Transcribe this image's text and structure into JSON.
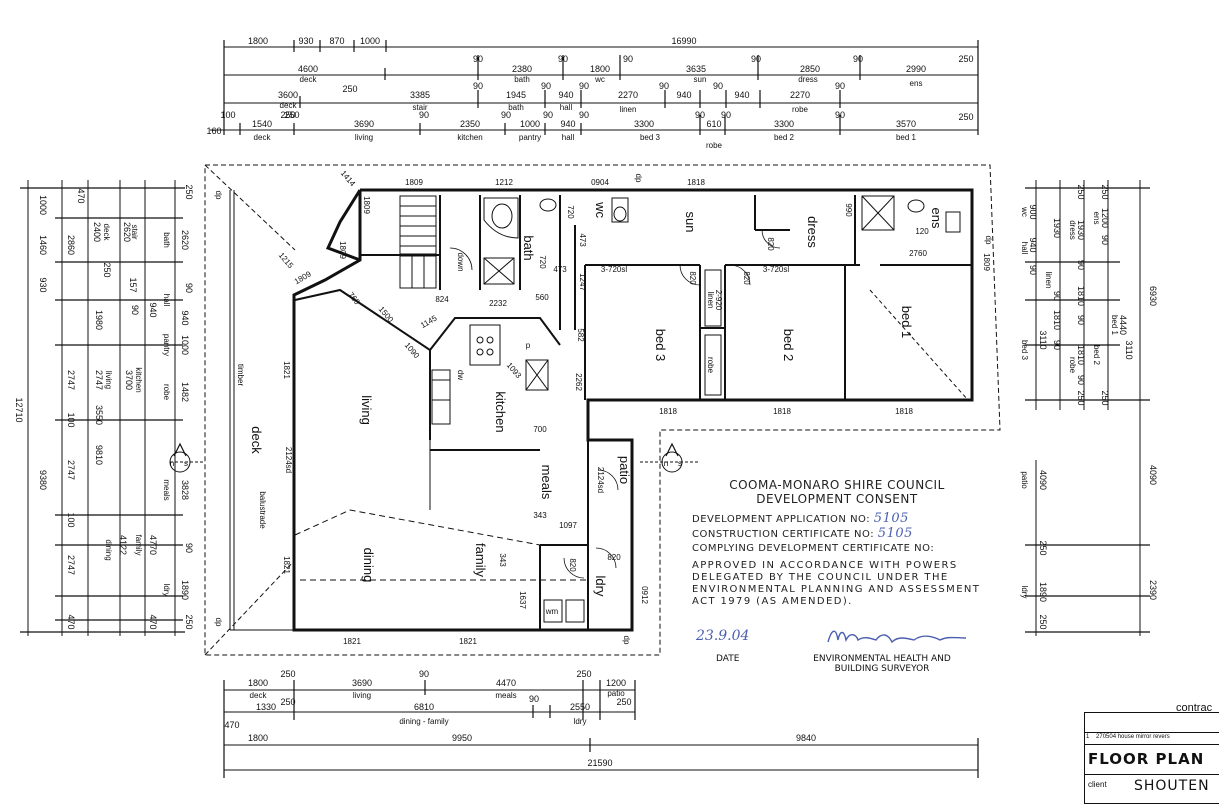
{
  "dimensions": {
    "top": {
      "row1": [
        "1800",
        "930",
        "870",
        "1000",
        "16990"
      ],
      "row2": [
        "4600",
        "deck",
        "250",
        "90",
        "2380",
        "bath",
        "90",
        "1800",
        "wc",
        "90",
        "3635",
        "sun",
        "90",
        "2850",
        "dress",
        "90",
        "2990",
        "ens",
        "250"
      ],
      "row3": [
        "3600",
        "deck",
        "250",
        "3385",
        "stair",
        "90",
        "1945",
        "bath",
        "90",
        "940",
        "hall",
        "90",
        "2270",
        "linen",
        "90",
        "940",
        "90",
        "940",
        "2270",
        "robe",
        "90"
      ],
      "row4": [
        "160",
        "100",
        "1540",
        "deck",
        "250",
        "3690",
        "living",
        "90",
        "2350",
        "kitchen",
        "90",
        "1000",
        "pantry",
        "90",
        "940",
        "hall",
        "90",
        "3300",
        "bed 3",
        "90",
        "610",
        "robe",
        "90",
        "3300",
        "bed 2",
        "90",
        "3570",
        "bed 1",
        "250"
      ]
    },
    "bottom": {
      "row1": [
        "1800",
        "deck",
        "250",
        "3690",
        "living",
        "90",
        "4470",
        "meals",
        "250",
        "1200",
        "patio"
      ],
      "row2": [
        "470",
        "1330",
        "250",
        "6810",
        "dining - family",
        "90",
        "2550",
        "ldry",
        "250"
      ],
      "row3": [
        "1800",
        "9950",
        "9840"
      ],
      "row4": [
        "21590"
      ]
    },
    "left": {
      "overall": [
        "12710",
        "9380"
      ],
      "mid": [
        "1000",
        "1460",
        "2860",
        "930",
        "470",
        "1980",
        "2747",
        "100",
        "2747",
        "100",
        "2747",
        "470"
      ],
      "inner": [
        "2400",
        "deck",
        "2620",
        "stair",
        "250",
        "157",
        "940",
        "90",
        "2747",
        "living",
        "3700",
        "kitchen",
        "3550",
        "4122",
        "dining",
        "4770",
        "family"
      ],
      "nearwall": [
        "250",
        "2620",
        "bath",
        "90",
        "940",
        "hall",
        "1000",
        "pantry",
        "1482",
        "robe",
        "3828",
        "meals",
        "90",
        "1890",
        "ldry",
        "250",
        "470",
        "9810"
      ]
    },
    "right": {
      "a": [
        "900",
        "wc",
        "940",
        "hall",
        "90",
        "1930",
        "linen",
        "90",
        "1810",
        "bed 3",
        "90",
        "3110"
      ],
      "b": [
        "250",
        "1930",
        "dress",
        "90",
        "1810",
        "robe",
        "90",
        "1810",
        "bed 2",
        "90",
        "250"
      ],
      "c": [
        "250",
        "1200",
        "ens",
        "90",
        "4440",
        "bed 1",
        "3110",
        "250"
      ],
      "overall": [
        "6930",
        "4090",
        "2390",
        "4090",
        "patio",
        "250",
        "1890",
        "ldry",
        "250"
      ]
    }
  },
  "rooms": {
    "deck": "deck",
    "living": "living",
    "dining": "dining",
    "family": "family",
    "meals": "meals",
    "kitchen": "kitchen",
    "patio": "patio",
    "ldry": "ldry",
    "bath": "bath",
    "wc": "wc",
    "sun": "sun",
    "dress": "dress",
    "ens": "ens",
    "bed1": "bed 1",
    "bed2": "bed 2",
    "bed3": "bed 3",
    "linen": "linen",
    "robe": "robe",
    "down": "down",
    "dw": "dw",
    "p": "p",
    "wm": "wm",
    "timber": "timber",
    "balustrade": "balustrade"
  },
  "plan_labels": {
    "d1809a": "1809",
    "d1212": "1212",
    "d0904": "0904",
    "d1818a": "1818",
    "d1414": "1414",
    "d1809b": "1809",
    "d1215": "1215",
    "d1809c": "1809",
    "d1809d": "1809",
    "d1821a": "1821",
    "d1821b": "1821",
    "d1821c": "1821",
    "d1821d": "1821",
    "d2124a": "2124sd",
    "d2124b": "2124sd",
    "d824": "824",
    "d2232": "2232",
    "d560": "560",
    "d1145": "1145",
    "d1500": "1500",
    "d760": "760",
    "d1090": "1090",
    "d720a": "720",
    "d473a": "473",
    "d720b": "720",
    "d473b": "473",
    "d1247": "1247",
    "d3720a": "3-720sl",
    "d3720b": "3-720sl",
    "d820a": "820",
    "d820b": "820",
    "d820c": "820",
    "d820d": "820",
    "d820e": "820",
    "d990": "990",
    "d120": "120",
    "d2760": "2760",
    "d2920": "2-920",
    "d1818b": "1818",
    "d1818c": "1818",
    "d1818d": "1818",
    "d2262": "2262",
    "d700": "700",
    "d1093": "1093",
    "d343a": "343",
    "d343b": "343",
    "d1097": "1097",
    "d1637": "1637",
    "d0912": "0912",
    "d2124c": "2124sd",
    "d582": "582",
    "dp": "dp"
  },
  "stamp": {
    "council": "COOMA-MONARO SHIRE COUNCIL",
    "consent": "DEVELOPMENT CONSENT",
    "da_label": "DEVELOPMENT APPLICATION NO:",
    "da_value": "5105",
    "cc_label": "CONSTRUCTION CERTIFICATE NO:",
    "cc_value": "5105",
    "cdc_label": "COMPLYING DEVELOPMENT CERTIFICATE NO:",
    "approval": "APPROVED IN ACCORDANCE WITH POWERS DELEGATED BY THE COUNCIL UNDER THE ENVIRONMENTAL PLANNING AND ASSESSMENT ACT 1979 (AS AMENDED).",
    "date_value": "23.9.04",
    "date_label": "DATE",
    "surveyor": "ENVIRONMENTAL HEALTH AND BUILDING SURVEYOR"
  },
  "title_block": {
    "contract": "contrac",
    "rev_no": "1",
    "rev_code": "270504",
    "rev_text": "house mirror revers",
    "title": "FLOOR PLAN",
    "client_label": "client",
    "client": "SHOUTEN"
  },
  "north": {
    "n": "n",
    "s": "s"
  }
}
